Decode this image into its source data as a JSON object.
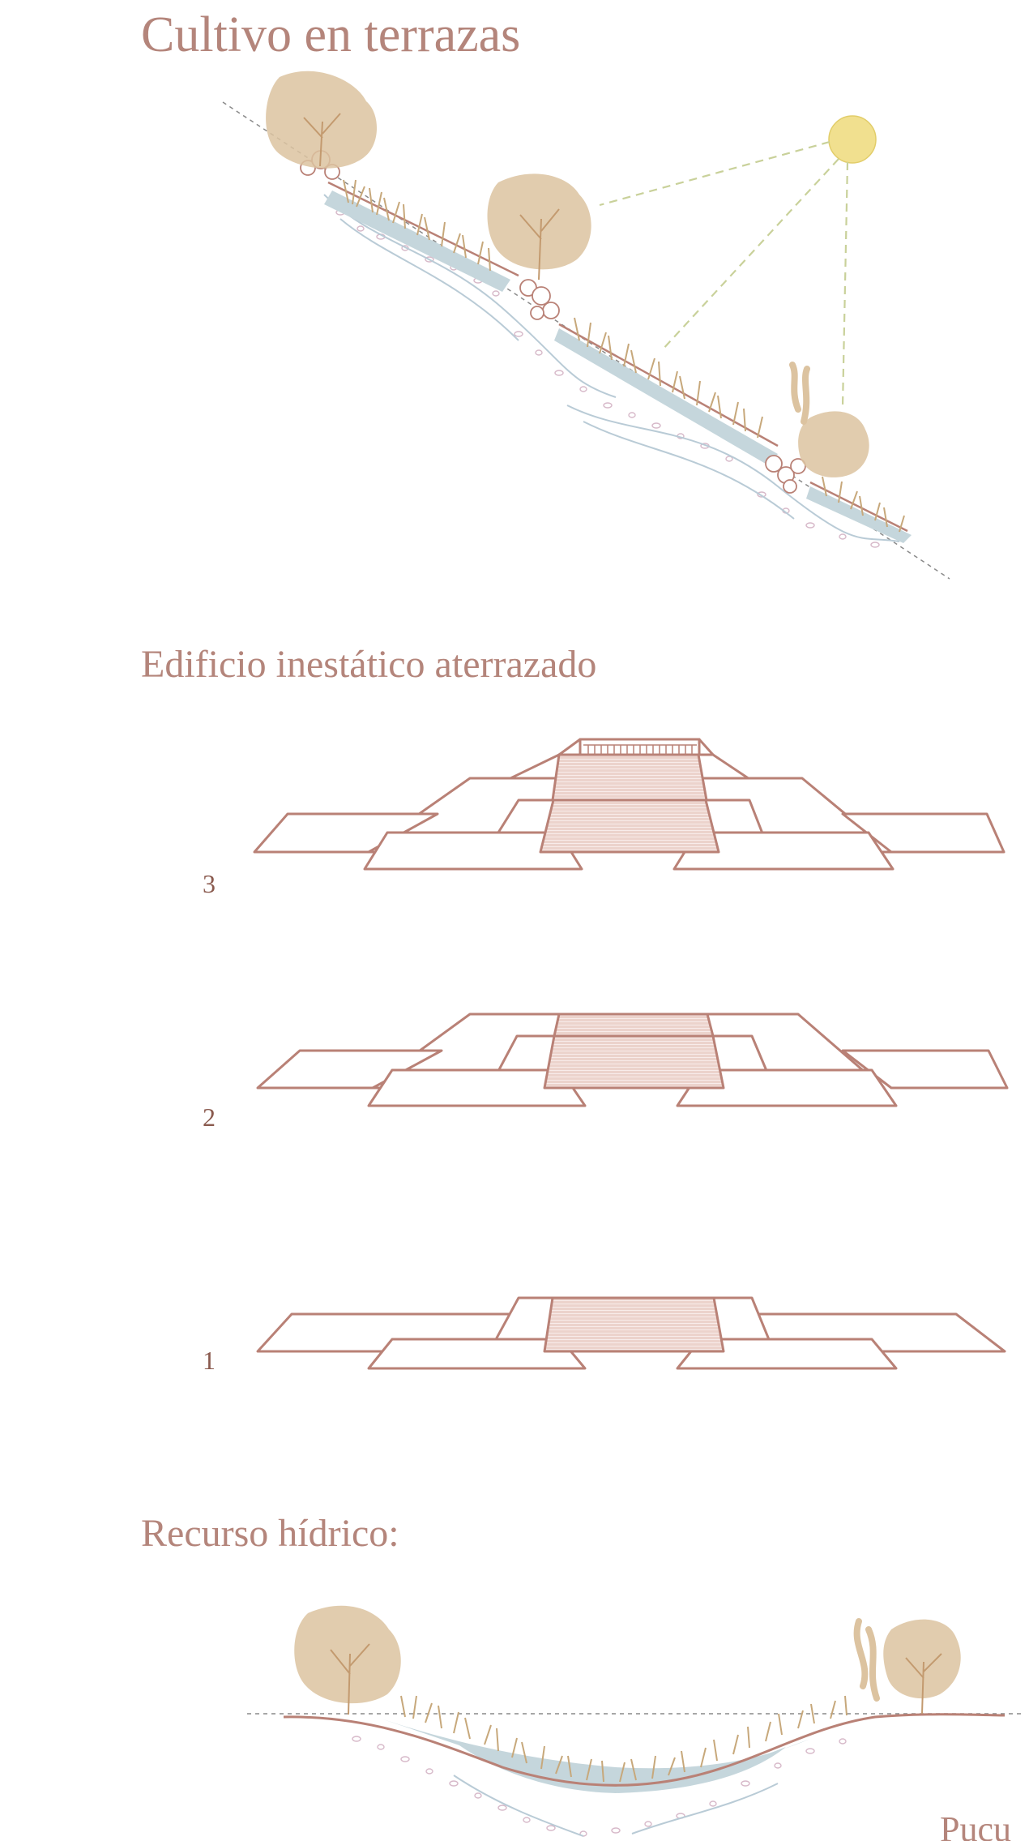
{
  "sections": {
    "terraces": {
      "title": "Cultivo en terrazas"
    },
    "building": {
      "title": "Edificio inestático aterrazado",
      "levels": [
        "3",
        "2",
        "1"
      ]
    },
    "water": {
      "title": "Recurso hídrico:",
      "caption": "Pucu"
    }
  },
  "colors": {
    "line": "#b98176",
    "hatch": "#e6c6bd",
    "tree": "#dcc3a0",
    "water": "#b7ccd3",
    "sun": "#f1e08f",
    "grass": "#c7a87b"
  }
}
